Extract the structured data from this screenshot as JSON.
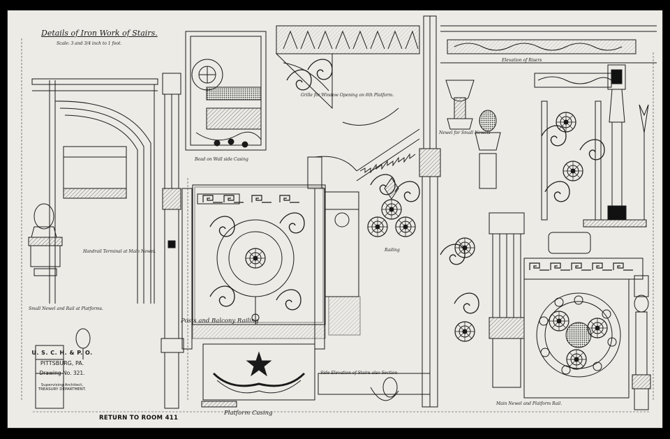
{
  "sheet": {
    "title": "Details of Iron Work of Stairs.",
    "scale": "Scale: 3 and 3/4 inch to 1 foot.",
    "labels": {
      "window_opening": "Grille for Window Opening on 6th Platform.",
      "elevation_risers": "Elevation of Risers",
      "bead_wall_casing": "Bead on Wall side Casing",
      "handrail_terminal": "Handrail Terminal at Main Newel.",
      "small_newel": "Small Newel and Rail at Platforms.",
      "posts_balcony": "Posts and Balcony Railing",
      "railing": "Railing",
      "newel_small": "Newel for Small Newels",
      "platform_casing": "Platform Casing",
      "main_newel": "Main Newel and Platform Rail.",
      "side_elevation": "Side Elevation of Stairs also Section"
    }
  },
  "stamp": {
    "office": "U. S. C. H. & P. O.",
    "city": "PITTSBURG, PA.",
    "drawing": "Drawing No. 321.",
    "architect_line1": "Supervising Architect,",
    "architect_line2": "TREASURY DEPARTMENT."
  },
  "footer": {
    "return_text": "RETURN TO ROOM 411"
  },
  "colors": {
    "paper": "#ecebe6",
    "ink": "#1a1a1a",
    "border": "#000000"
  }
}
